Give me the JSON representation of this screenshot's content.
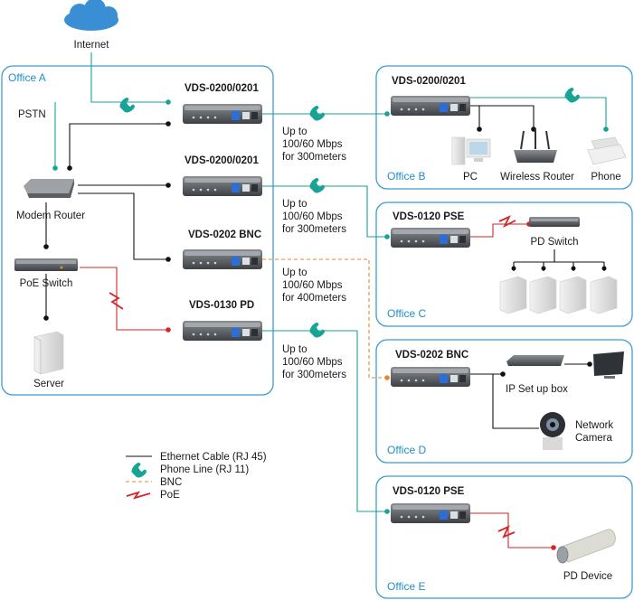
{
  "internet": "Internet",
  "pstn": "PSTN",
  "offices": {
    "a": "Office A",
    "b": "Office B",
    "c": "Office C",
    "d": "Office D",
    "e": "Office E"
  },
  "office_a": {
    "devices": [
      "VDS-0200/0201",
      "VDS-0200/0201",
      "VDS-0202 BNC",
      "VDS-0130 PD"
    ],
    "modem_router": "Modem Router",
    "poe_switch": "PoE Switch",
    "server": "Server"
  },
  "links": [
    [
      "Up to",
      "100/60 Mbps",
      "for 300meters"
    ],
    [
      "Up to",
      "100/60 Mbps",
      "for 300meters"
    ],
    [
      "Up to",
      "100/60 Mbps",
      "for 400meters"
    ],
    [
      "Up to",
      "100/60 Mbps",
      "for 300meters"
    ]
  ],
  "office_b": {
    "device": "VDS-0200/0201",
    "pc": "PC",
    "wireless_router": "Wireless Router",
    "phone": "Phone"
  },
  "office_c": {
    "device": "VDS-0120 PSE",
    "pd_switch": "PD Switch"
  },
  "office_d": {
    "device": "VDS-0202 BNC",
    "ip_box": "IP Set up box",
    "network_camera": [
      "Network",
      "Camera"
    ]
  },
  "office_e": {
    "device": "VDS-0120 PSE",
    "pd_device": "PD Device"
  },
  "legend": {
    "ethernet": "Ethernet Cable (RJ 45)",
    "phone": "Phone Line (RJ 11)",
    "bnc": "BNC",
    "poe": "PoE"
  },
  "colors": {
    "ethernet": "#111111",
    "phone": "#17a396",
    "bnc": "#e08a2a",
    "poe": "#d3262a",
    "office_border": "#3c9dd0"
  }
}
